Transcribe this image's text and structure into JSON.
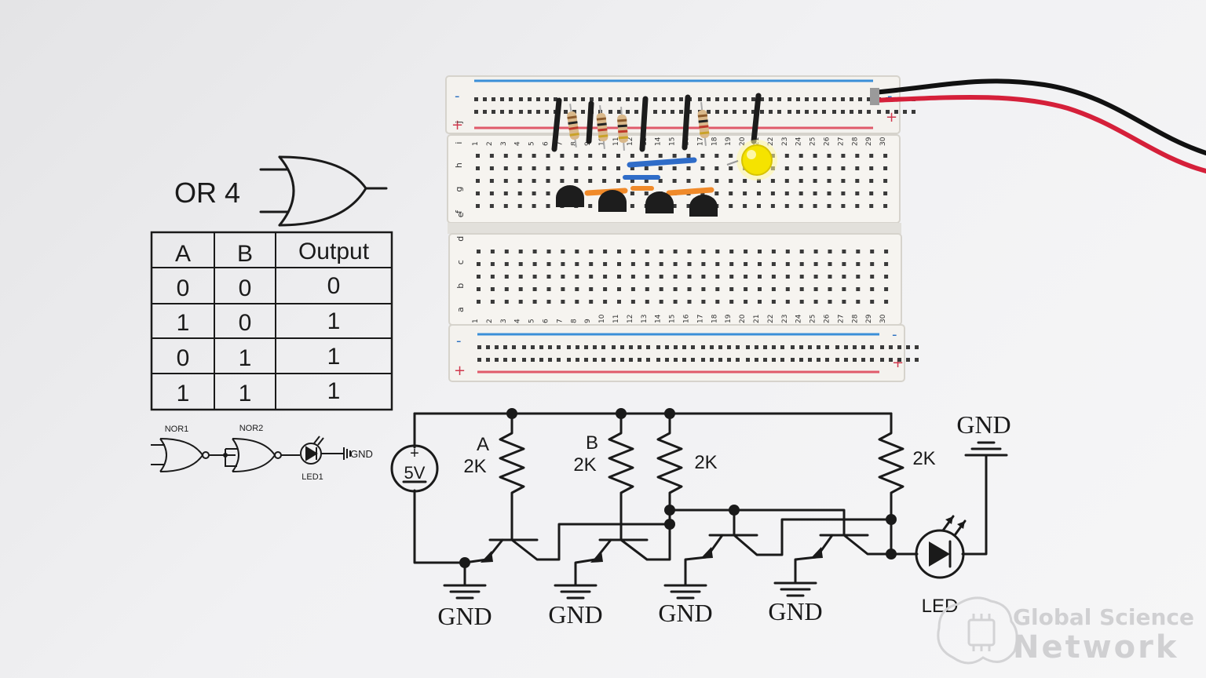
{
  "gate_label": "OR 4",
  "truth_table": {
    "headers": [
      "A",
      "B",
      "Output"
    ],
    "rows": [
      [
        "0",
        "0",
        "0"
      ],
      [
        "1",
        "0",
        "1"
      ],
      [
        "0",
        "1",
        "1"
      ],
      [
        "1",
        "1",
        "1"
      ]
    ]
  },
  "logic_circuit": {
    "gate1": "NOR1",
    "gate2": "NOR2",
    "led": "LED1",
    "ground": "GND"
  },
  "schematic": {
    "source": "5V",
    "source_sign": "+",
    "input_a": "A",
    "input_b": "B",
    "resistor_value": "2K",
    "ground": "GND",
    "led": "LED"
  },
  "breadboard": {
    "minus": "-",
    "plus": "+",
    "top_row_letters": "f g h i j",
    "bottom_row_letters": "a b c d e",
    "columns": 30,
    "led_color": "#f5e300"
  },
  "watermark": {
    "line1": "Global Science",
    "line2": "Network"
  }
}
